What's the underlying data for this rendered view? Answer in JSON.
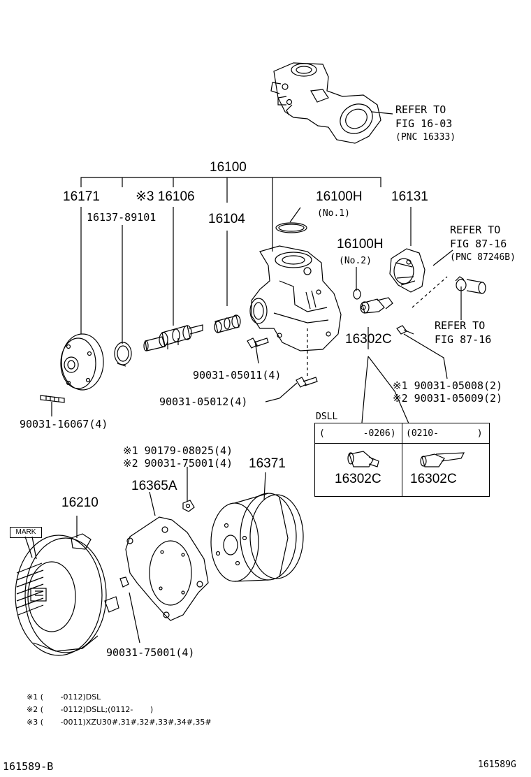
{
  "refs": {
    "top_line1": "REFER TO",
    "top_line2": "FIG 16-03",
    "top_line3": "(PNC 16333)",
    "right_line1": "REFER TO",
    "right_line2": "FIG 87-16",
    "right_line3": "(PNC 87246B)",
    "right2_line1": "REFER TO",
    "right2_line2": "FIG 87-16"
  },
  "parts": {
    "p16100": "16100",
    "p16171": "16171",
    "p16106": "※3 16106",
    "p16137": "16137-89101",
    "p16104": "16104",
    "p16100H_1": "16100H",
    "p16100H_1_sub": "(No.1)",
    "p16100H_2": "16100H",
    "p16100H_2_sub": "(No.2)",
    "p16131": "16131",
    "p16302C": "16302C",
    "p90031_05011": "90031-05011(4)",
    "p90031_05012": "90031-05012(4)",
    "p90031_16067": "90031-16067(4)",
    "p90031_05008": "※1 90031-05008(2)",
    "p90031_05009": "※2 90031-05009(2)",
    "p90179": "※1 90179-08025(4)",
    "p90031_75001a": "※2 90031-75001(4)",
    "p16371": "16371",
    "p16365A": "16365A",
    "p16210": "16210",
    "p90031_75001b": "90031-75001(4)",
    "mark": "MARK"
  },
  "dsll": {
    "title": "DSLL",
    "col1": "(       -0206)",
    "col2": "(0210-       )",
    "part1": "16302C",
    "part2": "16302C"
  },
  "notes": {
    "n1": "※1 (       -0112)DSL",
    "n2": "※2 (       -0112)DSLL;(0112-       )",
    "n3": "※3 (       -0011)XZU30#,31#,32#,33#,34#,35#"
  },
  "footer": {
    "left": "161589-B",
    "right": "161589G"
  }
}
